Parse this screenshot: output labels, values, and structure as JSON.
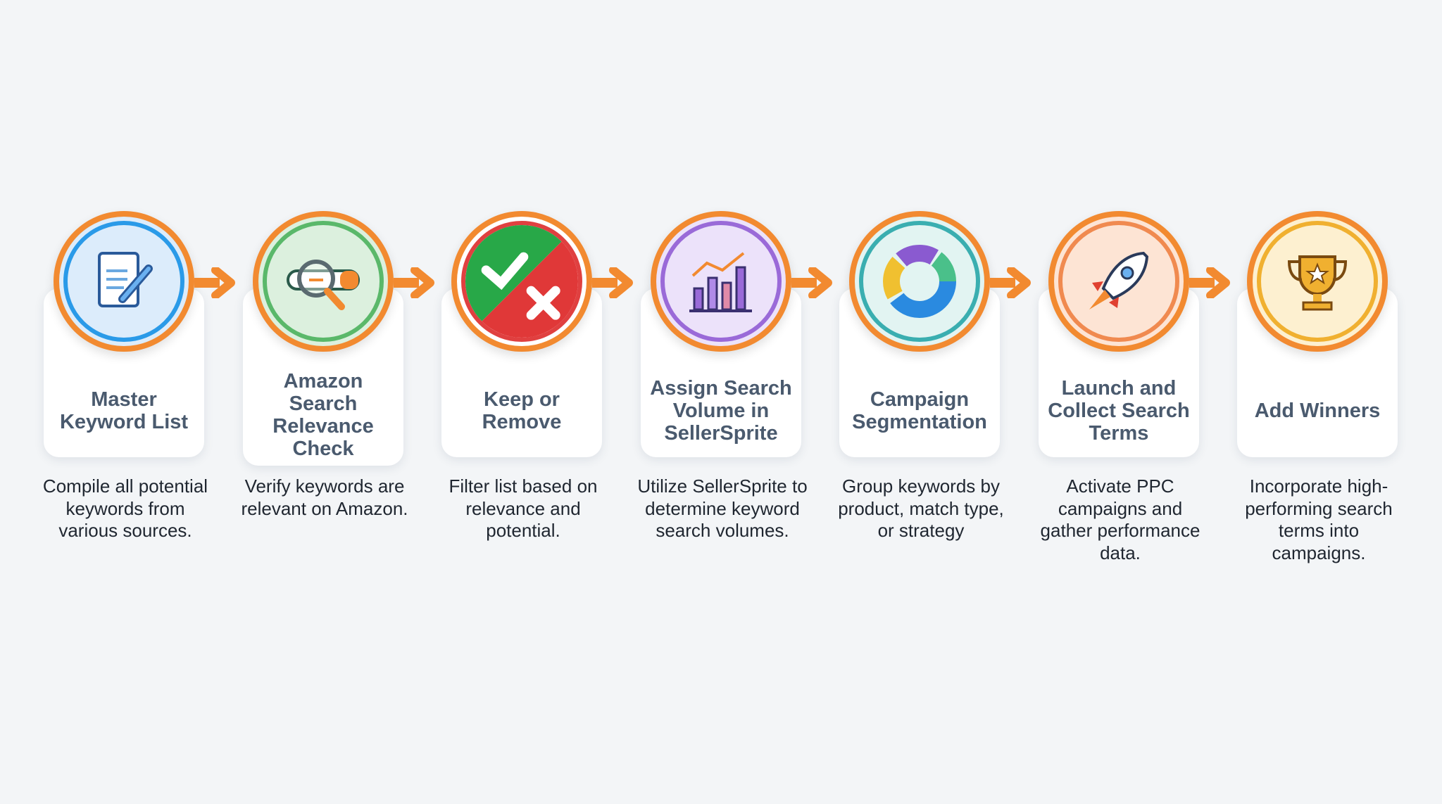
{
  "accent_color": "#f28a30",
  "steps": [
    {
      "title": "Master Keyword List",
      "description": "Compile all potential keywords from various sources.",
      "icon": "document-pencil-icon",
      "color": "#2a9ae8"
    },
    {
      "title": "Amazon Search Relevance Check",
      "description": "Verify keywords are relevant on Amazon.",
      "icon": "magnifier-search-bar-icon",
      "color": "#5ab86a"
    },
    {
      "title": "Keep or Remove",
      "description": "Filter list based on relevance and potential.",
      "icon": "check-cross-icon",
      "color": "#e04040"
    },
    {
      "title": "Assign Search Volume in SellerSprite",
      "description": "Utilize SellerSprite to determine keyword search volumes.",
      "icon": "bar-chart-trend-icon",
      "color": "#9a6ad8"
    },
    {
      "title": "Campaign Segmentation",
      "description": "Group keywords by product, match type, or strategy",
      "icon": "donut-chart-icon",
      "color": "#3aaeb0"
    },
    {
      "title": "Launch and Collect Search Terms",
      "description": "Activate PPC campaigns and gather performance data.",
      "icon": "rocket-icon",
      "color": "#f08a50"
    },
    {
      "title": "Add Winners",
      "description": "Incorporate high-performing search terms into campaigns.",
      "icon": "trophy-icon",
      "color": "#f0b030"
    }
  ]
}
